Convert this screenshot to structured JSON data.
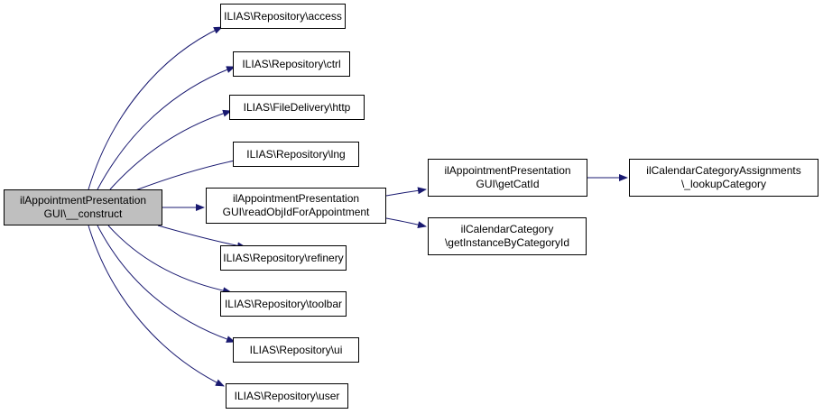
{
  "diagram": {
    "root": {
      "lines": [
        "ilAppointmentPresentation",
        "GUI\\__construct"
      ]
    },
    "nodes": {
      "access": {
        "lines": [
          "ILIAS\\Repository\\access"
        ]
      },
      "ctrl": {
        "lines": [
          "ILIAS\\Repository\\ctrl"
        ]
      },
      "http": {
        "lines": [
          "ILIAS\\FileDelivery\\http"
        ]
      },
      "lng": {
        "lines": [
          "ILIAS\\Repository\\lng"
        ]
      },
      "readobj": {
        "lines": [
          "ilAppointmentPresentation",
          "GUI\\readObjIdForAppointment"
        ]
      },
      "refinery": {
        "lines": [
          "ILIAS\\Repository\\refinery"
        ]
      },
      "toolbar": {
        "lines": [
          "ILIAS\\Repository\\toolbar"
        ]
      },
      "ui": {
        "lines": [
          "ILIAS\\Repository\\ui"
        ]
      },
      "user": {
        "lines": [
          "ILIAS\\Repository\\user"
        ]
      },
      "getcatid": {
        "lines": [
          "ilAppointmentPresentation",
          "GUI\\getCatId"
        ]
      },
      "getinst": {
        "lines": [
          "ilCalendarCategory",
          "\\getInstanceByCategoryId"
        ]
      },
      "lookup": {
        "lines": [
          "ilCalendarCategoryAssignments",
          "\\_lookupCategory"
        ]
      }
    },
    "edge_color": "#191970",
    "root_color": "#bfbfbf"
  }
}
